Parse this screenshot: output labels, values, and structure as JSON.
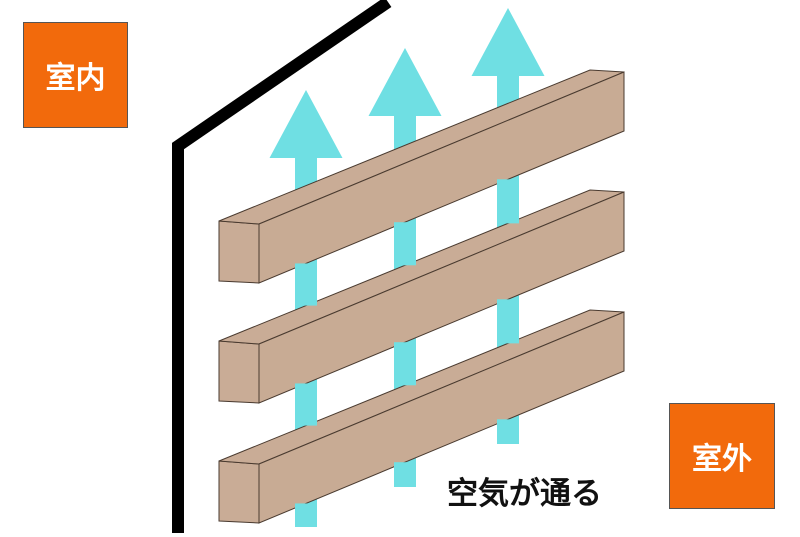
{
  "labels": {
    "indoor": "室内",
    "outdoor": "室外",
    "caption": "空気が通る"
  },
  "colors": {
    "label_box": "#f26a0c",
    "wall": "#000000",
    "lumber_front": "#c8ab94",
    "lumber_side": "#c9ac96",
    "lumber_outline": "#4a3b30",
    "airflow": "#6fdfe3"
  },
  "diagram": {
    "lumber_count": 3,
    "airflow_arrow_count": 3,
    "airflow_direction": "up"
  }
}
